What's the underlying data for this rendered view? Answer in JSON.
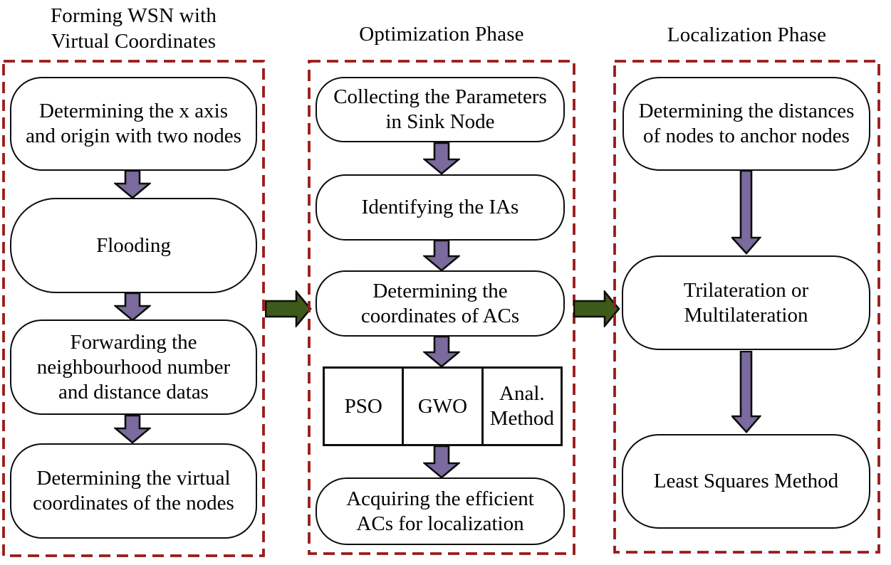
{
  "colors": {
    "background": "#ffffff",
    "text": "#000000",
    "box_border": "#0d0d0d",
    "dashed_border": "#9a1b1a",
    "arrow_purple": "#7b6a9d",
    "arrow_green": "#3e5a1b"
  },
  "phases": {
    "left": {
      "title": {
        "line1": "Forming WSN with",
        "line2": "Virtual Coordinates"
      },
      "boxes": {
        "box1": {
          "line1": "Determining the x axis",
          "line2": "and origin with two nodes"
        },
        "box2": {
          "line1": "Flooding"
        },
        "box3": {
          "line1": "Forwarding the",
          "line2": "neighbourhood number",
          "line3": "and distance datas"
        },
        "box4": {
          "line1": "Determining the virtual",
          "line2": "coordinates of the nodes"
        }
      }
    },
    "middle": {
      "title": "Optimization Phase",
      "boxes": {
        "box1": {
          "line1": "Collecting the Parameters",
          "line2": "in Sink Node"
        },
        "box2": {
          "line1": "Identifying the IAs"
        },
        "box3": {
          "line1": "Determining the",
          "line2": "coordinates of ACs"
        },
        "box5": {
          "line1": "Acquiring the efficient",
          "line2": "ACs for localization"
        }
      },
      "methods": {
        "pso": "PSO",
        "gwo": "GWO",
        "anal": {
          "line1": "Anal.",
          "line2": "Method"
        }
      }
    },
    "right": {
      "title": "Localization Phase",
      "boxes": {
        "box1": {
          "line1": "Determining the distances",
          "line2": "of nodes to anchor nodes"
        },
        "box2": {
          "line1": "Trilateration or",
          "line2": "Multilateration"
        },
        "box3": {
          "line1": "Least Squares Method"
        }
      }
    }
  }
}
